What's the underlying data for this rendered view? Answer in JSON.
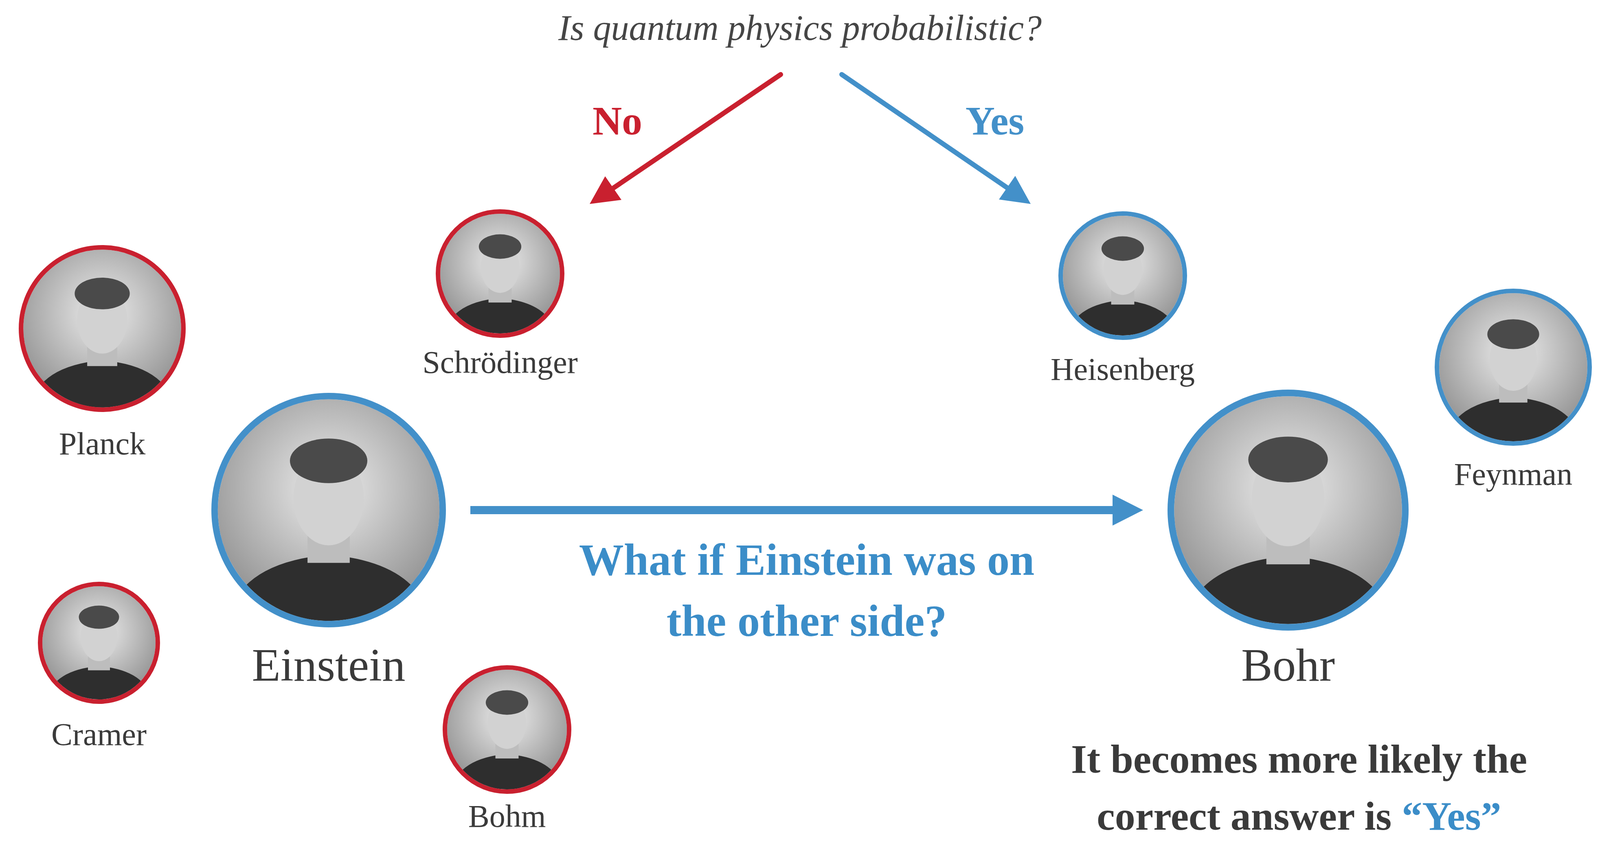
{
  "diagram": {
    "title": "Is quantum physics probabilistic?",
    "nodes": [
      {
        "text": [
          "Schrödinger"
        ]
      },
      {
        "text": [
          "Heisenberg"
        ]
      },
      {
        "text": [
          "Planck"
        ]
      },
      {
        "text": [
          "Feynman"
        ]
      },
      {
        "text": [
          "Einstein"
        ]
      },
      {
        "text": [
          "Bohr"
        ]
      },
      {
        "text": [
          "Cramer"
        ]
      },
      {
        "text": [
          "Bohm"
        ]
      }
    ],
    "edges": [
      {
        "from": 4,
        "to": 5,
        "arrow": "to",
        "label": "What if Einstein was on the other side?"
      }
    ],
    "labels": [
      "No",
      "Yes",
      "It becomes more likely the correct answer is",
      "“Yes”"
    ]
  }
}
